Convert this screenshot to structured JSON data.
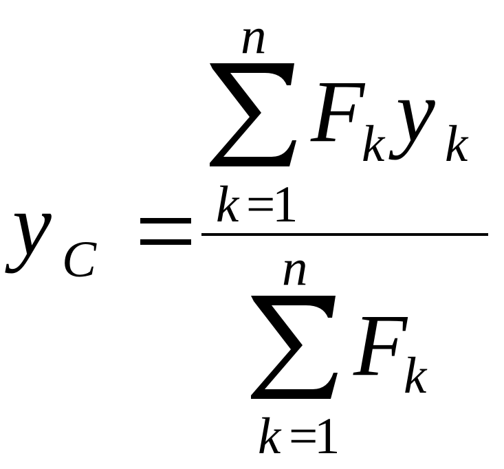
{
  "formula": {
    "lhs": {
      "variable": "y",
      "subscript": "C"
    },
    "equals": "=",
    "numerator": {
      "sum_upper": "n",
      "sum_lower_var": "k",
      "sum_lower_eq": "=",
      "sum_lower_val": "1",
      "term1": "F",
      "term1_sub": "k",
      "term2": "y",
      "term2_sub": "k"
    },
    "denominator": {
      "sum_upper": "n",
      "sum_lower_var": "k",
      "sum_lower_eq": "=",
      "sum_lower_val": "1",
      "term1": "F",
      "term1_sub": "k"
    }
  }
}
